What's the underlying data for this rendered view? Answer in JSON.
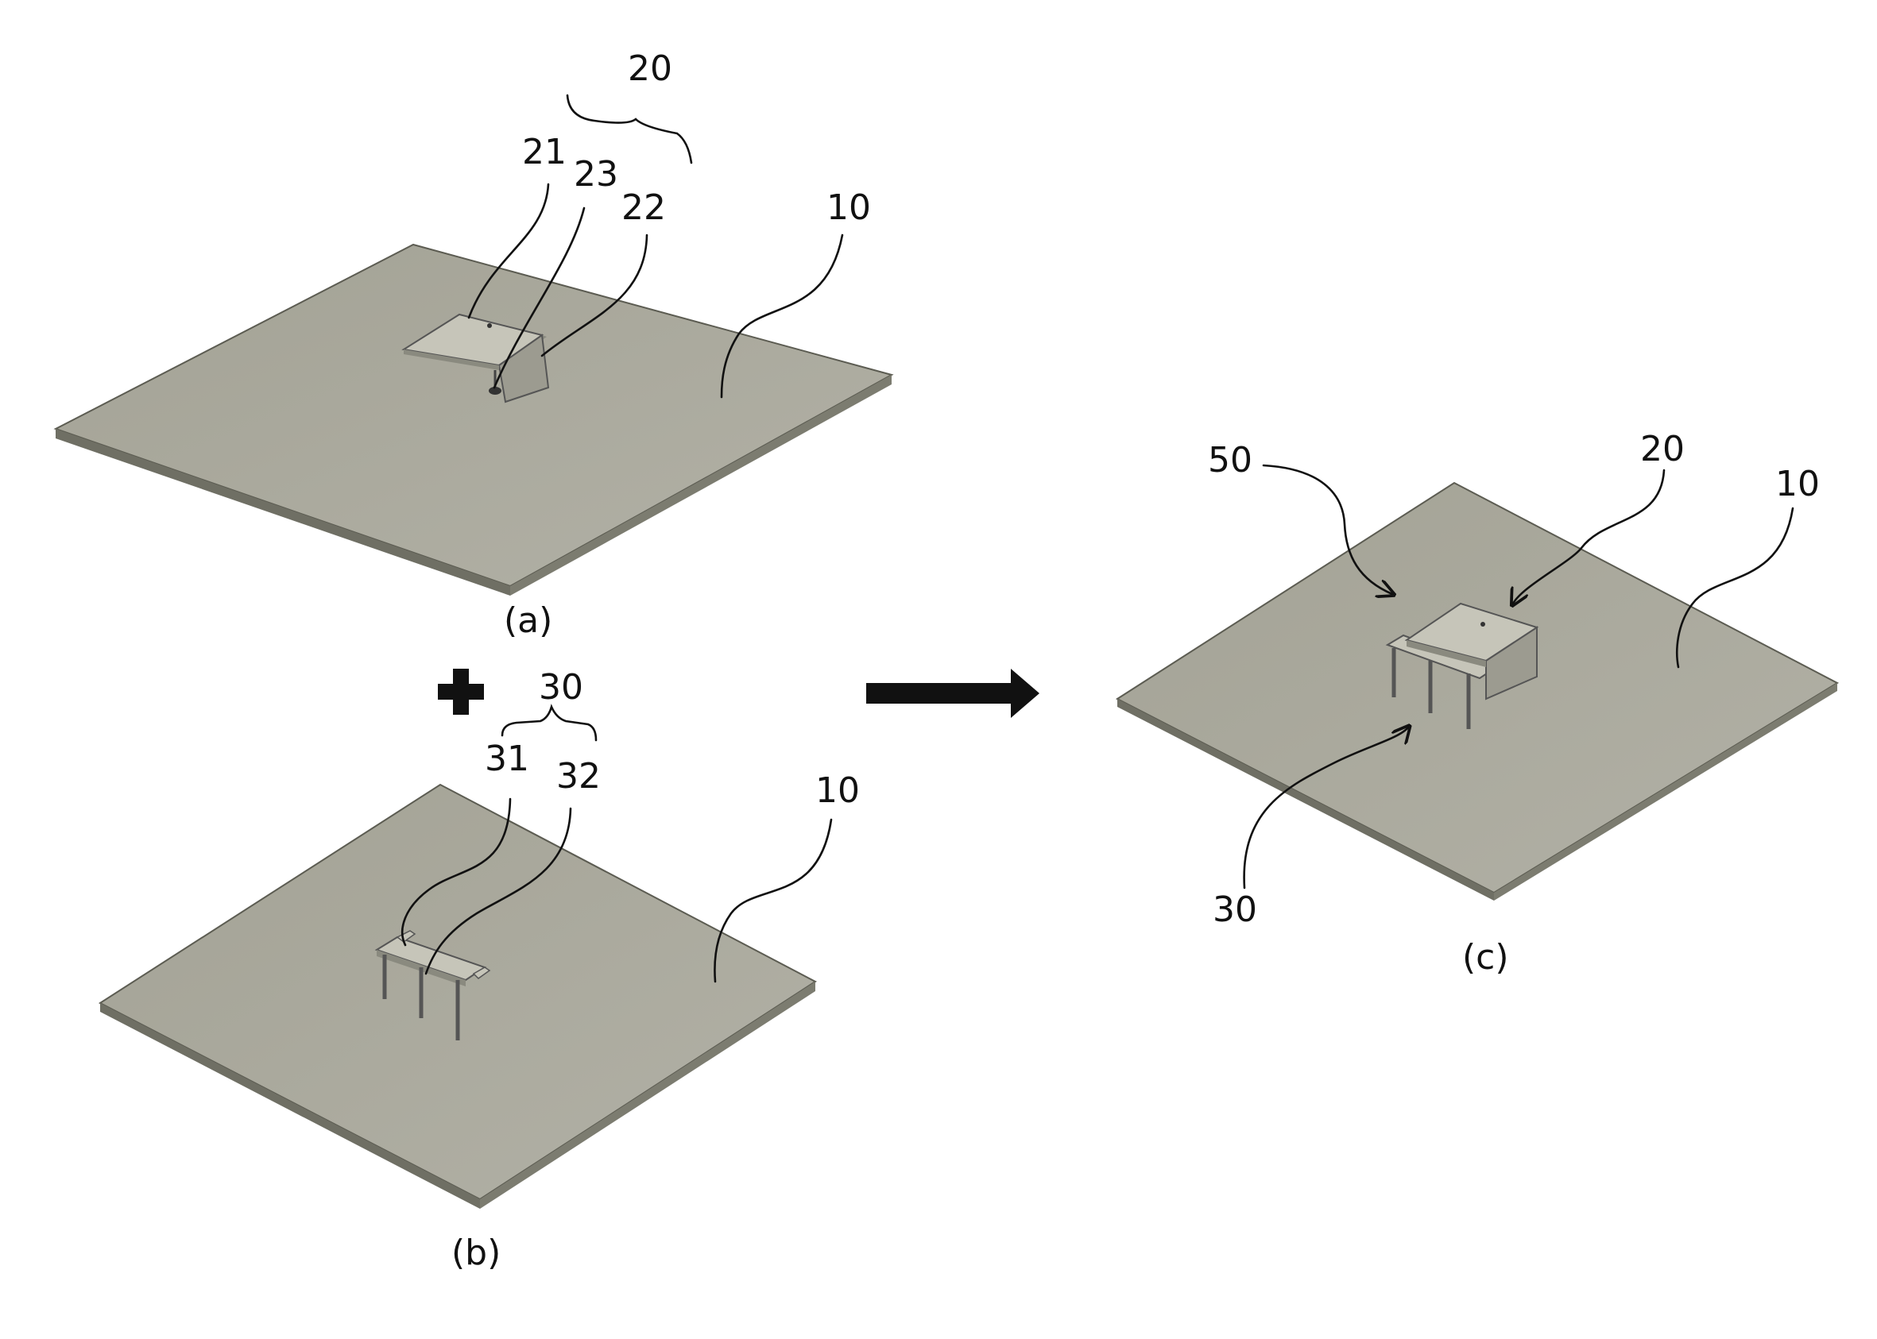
{
  "figure": {
    "panels": [
      {
        "id": "a",
        "caption": "(a)"
      },
      {
        "id": "b",
        "caption": "(b)"
      },
      {
        "id": "c",
        "caption": "(c)"
      }
    ],
    "labels": {
      "a_group_20": "20",
      "a_21": "21",
      "a_23": "23",
      "a_22": "22",
      "a_10": "10",
      "b_group_30": "30",
      "b_31": "31",
      "b_32": "32",
      "b_10": "10",
      "c_50": "50",
      "c_20": "20",
      "c_10": "10",
      "c_30": "30"
    },
    "symbols": {
      "plus": "plus-sign",
      "arrow": "right-arrow"
    },
    "colors": {
      "plate_top": "#a8a79a",
      "plate_edge": "#6f6f64",
      "part": "#c4c3b7",
      "line": "#111111"
    }
  }
}
